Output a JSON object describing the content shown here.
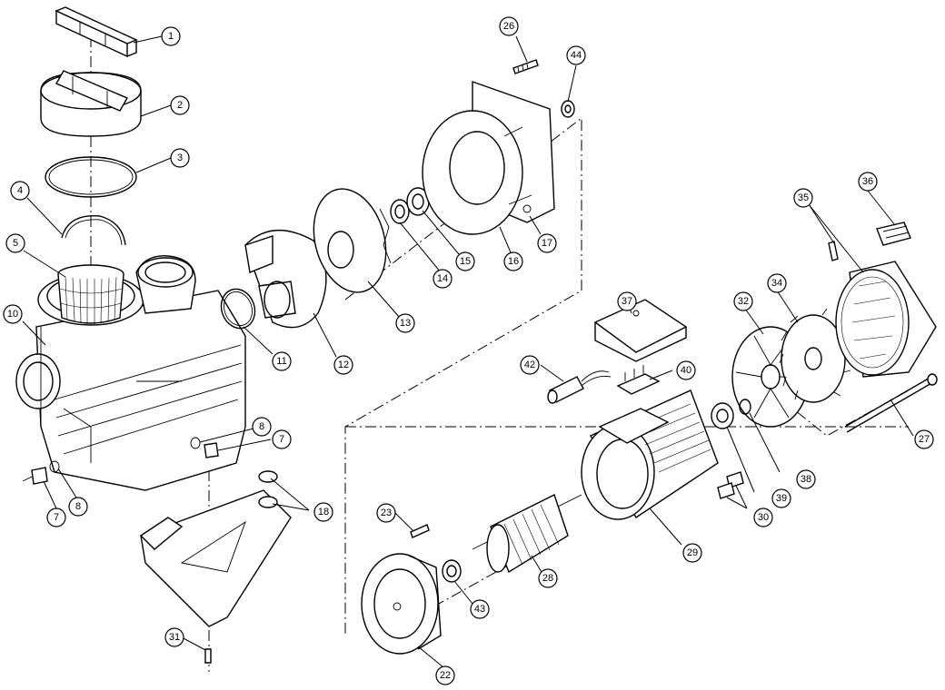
{
  "callouts": [
    "1",
    "2",
    "3",
    "4",
    "5",
    "10",
    "11",
    "12",
    "13",
    "14",
    "15",
    "16",
    "17",
    "44",
    "26",
    "7",
    "8",
    "8",
    "7",
    "18",
    "31",
    "35",
    "36",
    "34",
    "32",
    "37",
    "40",
    "42",
    "38",
    "39",
    "27",
    "30",
    "29",
    "23",
    "28",
    "43",
    "22"
  ]
}
